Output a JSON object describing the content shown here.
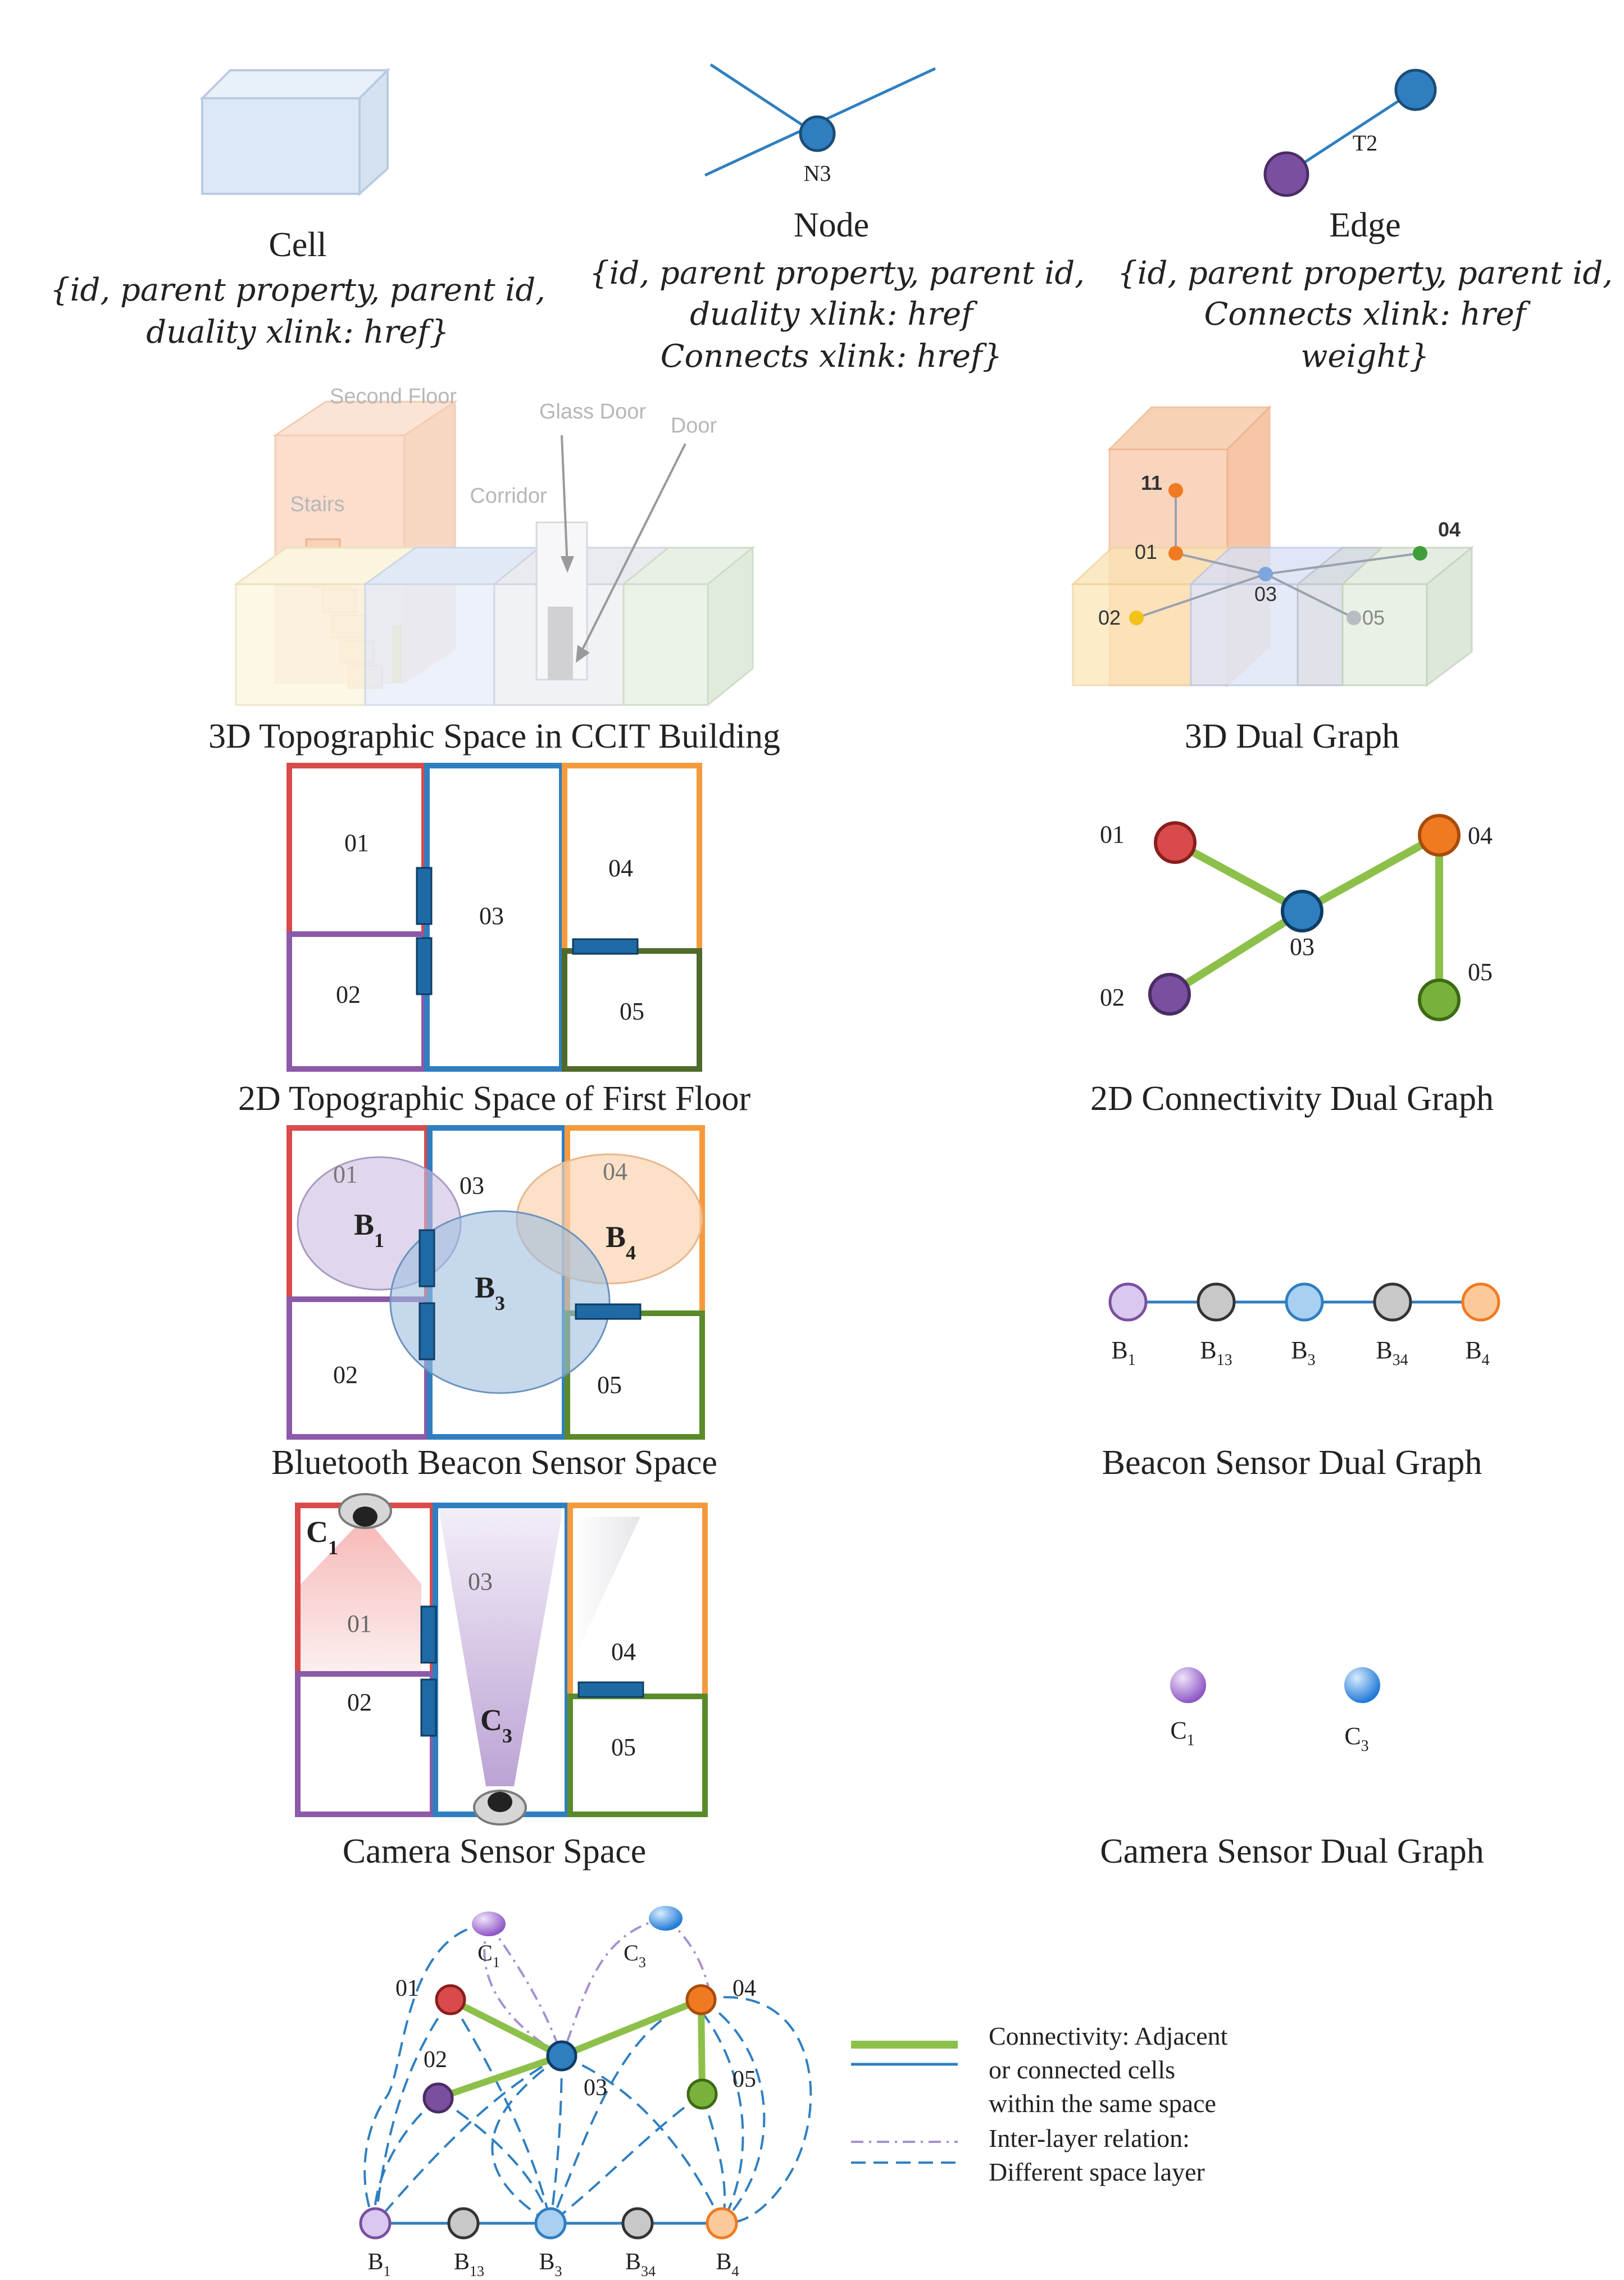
{
  "legend_items": [
    {
      "title": "Cell",
      "props": [
        "{id, parent property, parent id,",
        "duality xlink: href}"
      ]
    },
    {
      "title": "Node",
      "label": "N3",
      "props": [
        "{id, parent property, parent id,",
        "duality xlink: href",
        "Connects xlink: href}"
      ]
    },
    {
      "title": "Edge",
      "label": "T2",
      "props": [
        "{id, parent property, parent id,",
        "Connects xlink: href",
        "weight}"
      ]
    }
  ],
  "topo3d": {
    "caption": "3D Topographic Space in CCIT Building",
    "labels": {
      "second_floor": "Second Floor",
      "stairs": "Stairs",
      "corridor": "Corridor",
      "glass_door": "Glass Door",
      "door": "Door"
    }
  },
  "dual3d": {
    "caption": "3D Dual Graph",
    "nodes": [
      "11",
      "01",
      "03",
      "04",
      "02",
      "05"
    ]
  },
  "floor2d": {
    "caption": "2D Topographic Space of First Floor",
    "rooms": [
      "01",
      "02",
      "03",
      "04",
      "05"
    ]
  },
  "conn2d": {
    "caption": "2D Connectivity Dual Graph",
    "nodes": [
      "01",
      "02",
      "03",
      "04",
      "05"
    ]
  },
  "beacon_space": {
    "caption": "Bluetooth Beacon Sensor Space",
    "rooms": [
      "01",
      "02",
      "03",
      "04",
      "05"
    ],
    "beacons": [
      {
        "letter": "B",
        "sub": "1"
      },
      {
        "letter": "B",
        "sub": "3"
      },
      {
        "letter": "B",
        "sub": "4"
      }
    ]
  },
  "beacon_graph": {
    "caption": "Beacon Sensor Dual Graph",
    "nodes": [
      {
        "letter": "B",
        "sub": "1",
        "color": "#d9c8ef"
      },
      {
        "letter": "B",
        "sub": "13",
        "color": "#c8c8c8"
      },
      {
        "letter": "B",
        "sub": "3",
        "color": "#a9d0f2"
      },
      {
        "letter": "B",
        "sub": "34",
        "color": "#c8c8c8"
      },
      {
        "letter": "B",
        "sub": "4",
        "color": "#fbc99a"
      }
    ]
  },
  "camera_space": {
    "caption": "Camera Sensor Space",
    "rooms": [
      "01",
      "02",
      "03",
      "04",
      "05"
    ],
    "cameras": [
      {
        "letter": "C",
        "sub": "1"
      },
      {
        "letter": "C",
        "sub": "3"
      }
    ]
  },
  "camera_graph": {
    "caption": "Camera Sensor Dual Graph",
    "nodes": [
      {
        "letter": "C",
        "sub": "1",
        "color": "#a26ad0"
      },
      {
        "letter": "C",
        "sub": "3",
        "color": "#3b8fe0"
      }
    ]
  },
  "combined": {
    "cameras": [
      {
        "letter": "C",
        "sub": "1"
      },
      {
        "letter": "C",
        "sub": "3"
      }
    ],
    "rooms": [
      "01",
      "02",
      "03",
      "04",
      "05"
    ],
    "beacons": [
      {
        "letter": "B",
        "sub": "1"
      },
      {
        "letter": "B",
        "sub": "13"
      },
      {
        "letter": "B",
        "sub": "3"
      },
      {
        "letter": "B",
        "sub": "34"
      },
      {
        "letter": "B",
        "sub": "4"
      }
    ]
  },
  "key": [
    "Connectivity: Adjacent",
    "or connected cells",
    "within the same space",
    "Inter-layer relation:",
    "Different space layer"
  ],
  "colors": {
    "r01": "#d94a4a",
    "r02": "#8c5aa8",
    "r03": "#2f7fc0",
    "r04": "#f59a3c",
    "r05": "#4f7a2f",
    "green": "#8dc04a",
    "door": "#1f6aa5"
  }
}
